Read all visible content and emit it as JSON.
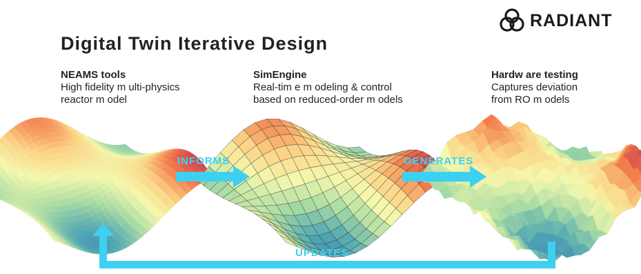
{
  "header": {
    "title": "Digital Twin Iterative Design",
    "brand": "RADIANT",
    "brand_icon": "trefoil-knot-icon"
  },
  "stages": [
    {
      "heading": "NEAMS tools",
      "line1": "High fidelity m ulti-physics",
      "line2": "reactor m odel"
    },
    {
      "heading": "SimEngine",
      "line1": "Real-tim e m odeling & control",
      "line2": "based on reduced-order m odels"
    },
    {
      "heading": "Hardw are testing",
      "line1": "Captures deviation",
      "line2": "from RO m odels"
    }
  ],
  "arrows": {
    "informs": "INFORMS",
    "generates": "GENERATES",
    "updates": "UPDATES",
    "color": "#3ed0f0"
  },
  "surface_colors": [
    "#c2304f",
    "#f27b4b",
    "#fbd386",
    "#f4f8ad",
    "#a8dba4",
    "#4da5b4",
    "#4a5fa8"
  ]
}
